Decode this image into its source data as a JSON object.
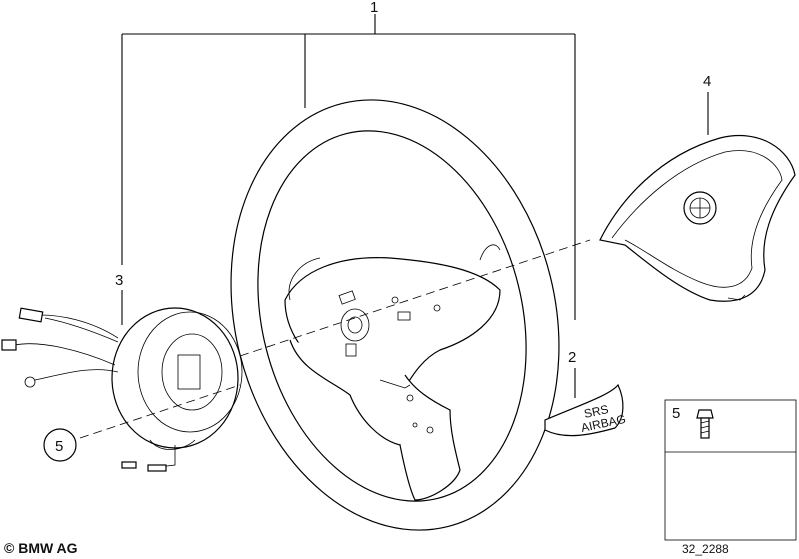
{
  "labels": {
    "part_1": "1",
    "part_2": "2",
    "part_3": "3",
    "part_4": "4",
    "part_5": "5",
    "part_5_inset": "5"
  },
  "airbag_trim_text": {
    "line1": "SRS",
    "line2": "AIRBAG"
  },
  "copyright": "© BMW AG",
  "diagram_number": "32_2288"
}
